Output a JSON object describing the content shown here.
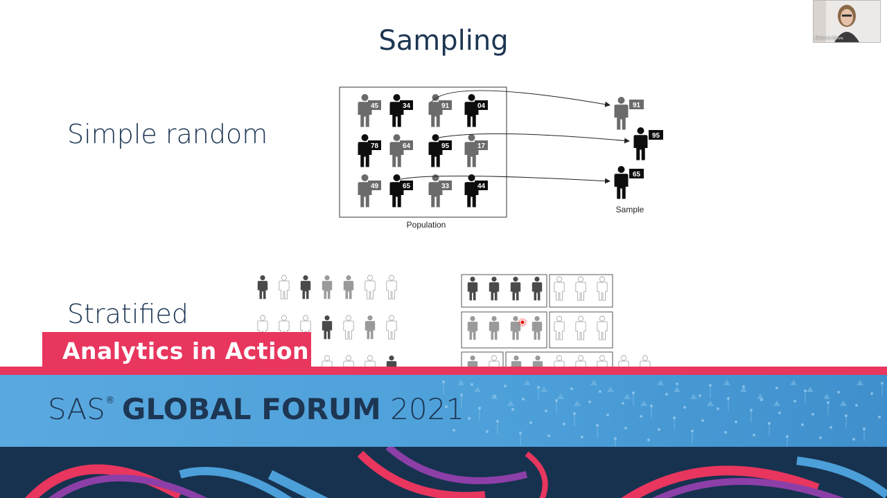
{
  "slide": {
    "title": "Sampling",
    "simple_label": "Simple random",
    "stratified_label": "Stratified"
  },
  "webcam": {
    "name": "Melanie Dove"
  },
  "simple_random_diagram": {
    "population": [
      [
        {
          "id": "45",
          "shade": "gray"
        },
        {
          "id": "34",
          "shade": "black"
        },
        {
          "id": "91",
          "shade": "gray"
        },
        {
          "id": "04",
          "shade": "black"
        }
      ],
      [
        {
          "id": "78",
          "shade": "black"
        },
        {
          "id": "64",
          "shade": "gray"
        },
        {
          "id": "95",
          "shade": "black"
        },
        {
          "id": "17",
          "shade": "gray"
        }
      ],
      [
        {
          "id": "49",
          "shade": "gray"
        },
        {
          "id": "65",
          "shade": "black"
        },
        {
          "id": "33",
          "shade": "gray"
        },
        {
          "id": "44",
          "shade": "black"
        }
      ]
    ],
    "population_label": "Population",
    "sample": [
      {
        "id": "91",
        "shade": "gray"
      },
      {
        "id": "95",
        "shade": "black"
      },
      {
        "id": "65",
        "shade": "black"
      }
    ],
    "sample_label": "Sample"
  },
  "stratified_diagram": {
    "left_rows": [
      [
        "dark",
        "light",
        "dark",
        "mid",
        "mid",
        "light",
        "light"
      ],
      [
        "light",
        "light",
        "light",
        "dark",
        "light",
        "mid",
        "light"
      ],
      [
        "mid",
        "light",
        "mid",
        "light",
        "light",
        "light",
        "dark"
      ]
    ],
    "right_strata": [
      [
        "dark",
        "dark",
        "dark",
        "dark"
      ],
      [
        "light",
        "light",
        "light"
      ],
      [
        "mid",
        "mid",
        "mid",
        "mid"
      ],
      [
        "light",
        "light",
        "light"
      ],
      [
        "mid",
        "mid",
        "light",
        "light",
        "light",
        "light",
        "light"
      ]
    ]
  },
  "banner": {
    "tag": "Analytics in Action",
    "brand": "SAS",
    "reg_mark": "®",
    "event": "GLOBAL FORUM",
    "year": "2021"
  },
  "colors": {
    "title_navy": "#1d3653",
    "accent_pink": "#e8365e",
    "band_blue": "#4c9fd8",
    "band_navy": "#17324f"
  }
}
